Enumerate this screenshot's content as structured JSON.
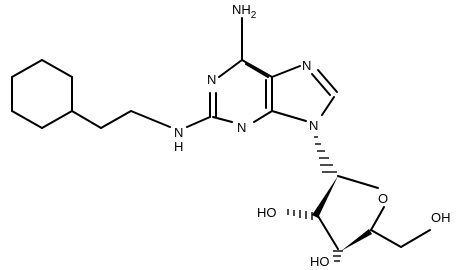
{
  "molecule": {
    "labels": {
      "amine": "NH",
      "amine_subscript": "2",
      "n1": "N",
      "n3": "N",
      "n7": "N",
      "n9": "N",
      "nh_linker": "N",
      "nh_linker_h": "H",
      "ring_oxygen": "O",
      "ho_2prime": "HO",
      "ho_3prime": "HO",
      "oh_5prime": "OH"
    },
    "colors": {
      "bond": "#000000",
      "text": "#000000",
      "background": "#ffffff"
    }
  }
}
